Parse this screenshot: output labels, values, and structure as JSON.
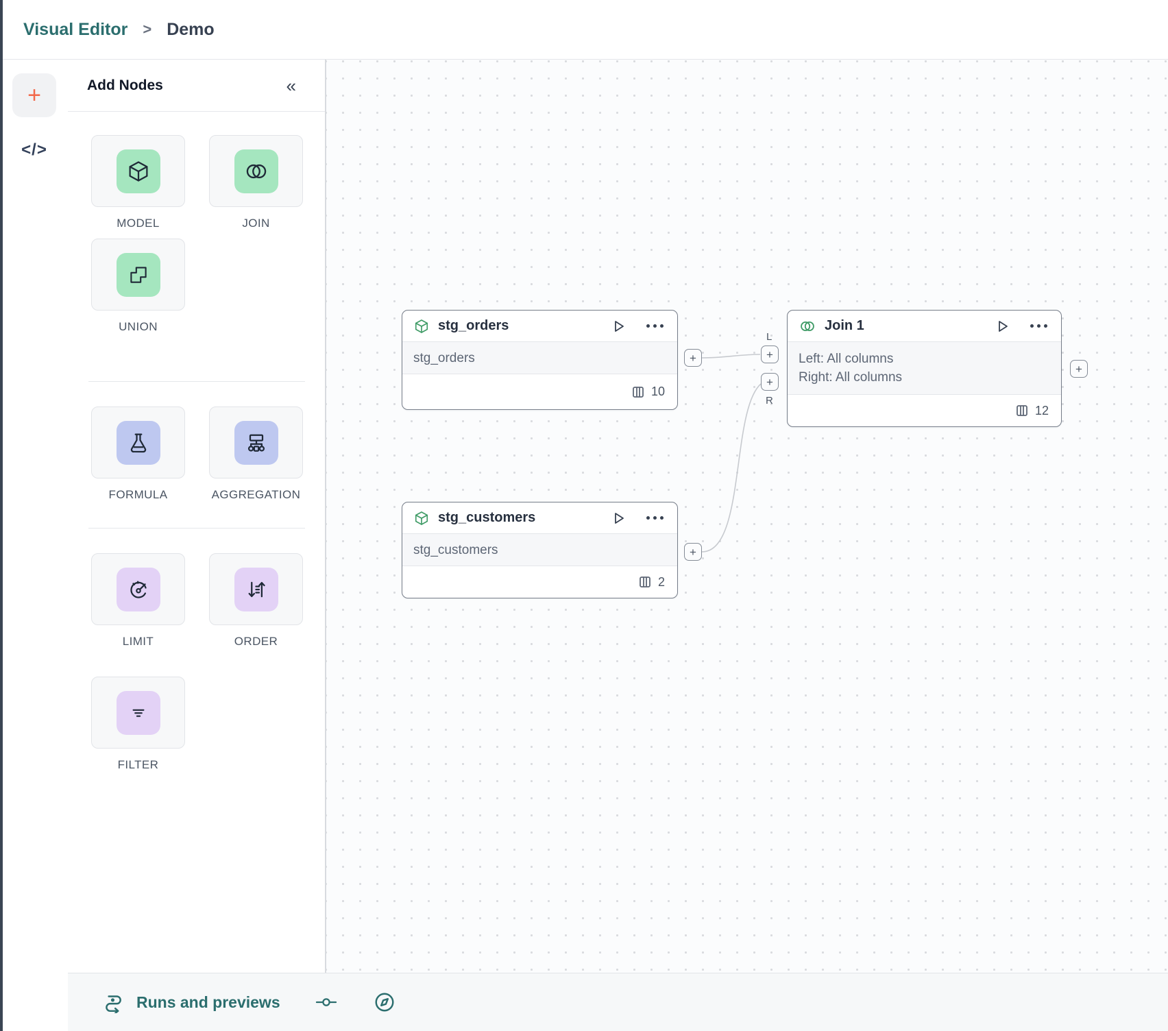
{
  "breadcrumb": {
    "root": "Visual Editor",
    "separator": ">",
    "current": "Demo"
  },
  "icons": {
    "plus": "+",
    "collapse": "«",
    "code": "</>"
  },
  "palette": {
    "title": "Add Nodes",
    "items": [
      {
        "label": "MODEL",
        "icon": "cube-icon",
        "color": "green"
      },
      {
        "label": "JOIN",
        "icon": "join-circles-icon",
        "color": "green"
      },
      {
        "label": "UNION",
        "icon": "union-squares-icon",
        "color": "green"
      },
      {
        "label": "FORMULA",
        "icon": "flask-icon",
        "color": "blue"
      },
      {
        "label": "AGGREGATION",
        "icon": "hierarchy-icon",
        "color": "blue"
      },
      {
        "label": "LIMIT",
        "icon": "gauge-icon",
        "color": "purple"
      },
      {
        "label": "ORDER",
        "icon": "sort-arrows-icon",
        "color": "purple"
      },
      {
        "label": "FILTER",
        "icon": "filter-lines-icon",
        "color": "purple"
      }
    ]
  },
  "canvas": {
    "nodes": [
      {
        "title": "stg_orders",
        "subtitle": "stg_orders",
        "column_count": "10",
        "icon": "cube-icon"
      },
      {
        "title": "stg_customers",
        "subtitle": "stg_customers",
        "column_count": "2",
        "icon": "cube-icon"
      },
      {
        "title": "Join 1",
        "body_line1": "Left: All columns",
        "body_line2": "Right: All columns",
        "column_count": "12",
        "icon": "join-circles-icon"
      }
    ],
    "port_labels": {
      "left": "L",
      "right": "R"
    }
  },
  "bottom_bar": {
    "label": "Runs and previews"
  },
  "colors": {
    "accent_teal": "#2b6e6e",
    "accent_orange": "#f2684a",
    "chip_green": "#a5e6bf",
    "chip_blue": "#bec8f0",
    "chip_purple": "#e3d2f6",
    "node_icon_green": "#3f9b66",
    "canvas_dot": "#d9dbdf",
    "dark_edge": "#3b4554"
  }
}
